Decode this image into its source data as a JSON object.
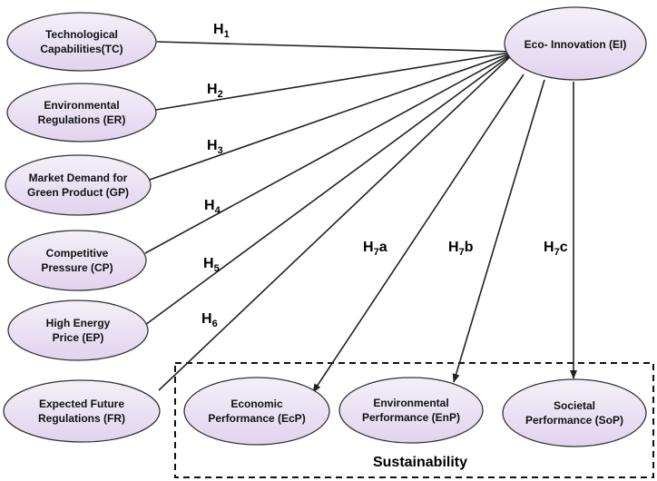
{
  "nodes": {
    "tc": {
      "line1": "Technological",
      "line2": "Capabilities(TC)"
    },
    "er": {
      "line1": "Environmental",
      "line2": "Regulations (ER)"
    },
    "gp": {
      "line1": "Market Demand for",
      "line2": "Green Product (GP)"
    },
    "cp": {
      "line1": "Competitive",
      "line2": "Pressure (CP)"
    },
    "ep": {
      "line1": "High Energy",
      "line2": "Price (EP)"
    },
    "fr": {
      "line1": "Expected Future",
      "line2": "Regulations (FR)"
    },
    "ei": {
      "line1": "Eco- Innovation (EI)"
    },
    "ecp": {
      "line1": "Economic",
      "line2": "Performance (EcP)"
    },
    "enp": {
      "line1": "Environmental",
      "line2": "Performance (EnP)"
    },
    "sop": {
      "line1": "Societal",
      "line2": "Performance (SoP)"
    }
  },
  "hypotheses": [
    {
      "base": "H",
      "sub": "1"
    },
    {
      "base": "H",
      "sub": "2"
    },
    {
      "base": "H",
      "sub": "3"
    },
    {
      "base": "H",
      "sub": "4"
    },
    {
      "base": "H",
      "sub": "5"
    },
    {
      "base": "H",
      "sub": "6"
    },
    {
      "base": "H",
      "sub": "7",
      "suffix": "a"
    },
    {
      "base": "H",
      "sub": "7",
      "suffix": "b"
    },
    {
      "base": "H",
      "sub": "7",
      "suffix": "c"
    }
  ],
  "group": {
    "label": "Sustainability"
  },
  "colors": {
    "node_fill_top": "#f2eef7",
    "node_fill_bottom": "#e3d4f0",
    "stroke": "#333333"
  }
}
